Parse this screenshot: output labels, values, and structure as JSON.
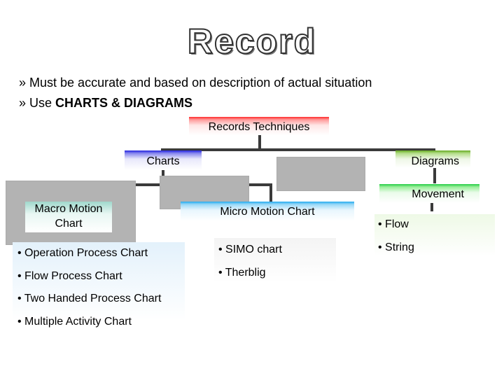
{
  "slide": {
    "title": "Record",
    "bullets": [
      {
        "marker": "»",
        "text": "Must be accurate and based on description of actual situation",
        "bold": ""
      },
      {
        "marker": "»",
        "text": "Use ",
        "bold": "CHARTS & DIAGRAMS"
      }
    ]
  },
  "diagram": {
    "root": "Records Techniques",
    "charts": "Charts",
    "diagrams": "Diagrams",
    "movement": "Movement",
    "macro": "Macro Motion Chart",
    "micro": "Micro Motion Chart",
    "macro_items": [
      "• Operation Process Chart",
      "• Flow Process Chart",
      "• Two Handed Process Chart",
      "• Multiple Activity Chart"
    ],
    "micro_items": [
      "• SIMO chart",
      "• Therblig"
    ],
    "movement_items": [
      "• Flow",
      "• String"
    ]
  },
  "colors": {
    "root_accent": "#ff2a2a",
    "charts_accent": "#2222dd",
    "diagrams_accent": "#66aa22",
    "movement_accent": "#22cc44",
    "micro_accent": "#22aaee"
  }
}
